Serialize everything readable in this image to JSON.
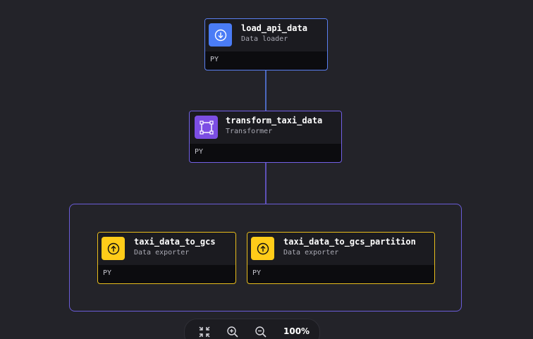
{
  "colors": {
    "loader": "#4a7cf6",
    "transformer": "#7c4ee4",
    "exporter": "#ffcc19",
    "loader_border": "#5a7ff0",
    "transformer_border": "#7260e6",
    "exporter_border": "#e8bd1c",
    "group_border": "#6a5cd8"
  },
  "blocks": [
    {
      "title": "load_api_data",
      "type": "Data loader",
      "lang": "PY",
      "icon": "download-circle-icon"
    },
    {
      "title": "transform_taxi_data",
      "type": "Transformer",
      "lang": "PY",
      "icon": "transform-square-icon"
    },
    {
      "title": "taxi_data_to_gcs",
      "type": "Data exporter",
      "lang": "PY",
      "icon": "upload-circle-icon"
    },
    {
      "title": "taxi_data_to_gcs_partition",
      "type": "Data exporter",
      "lang": "PY",
      "icon": "upload-circle-icon"
    }
  ],
  "zoom": {
    "level": "100%",
    "icons": [
      "fit-view-icon",
      "zoom-in-icon",
      "zoom-out-icon"
    ]
  }
}
